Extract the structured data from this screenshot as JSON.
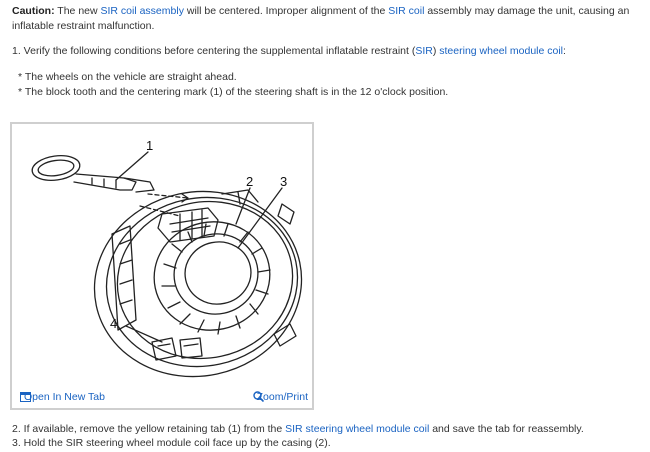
{
  "caution": {
    "label": "Caution:",
    "t1": " The new ",
    "link1": "SIR coil assembly",
    "t2": " will be centered. Improper alignment of the ",
    "link2": "SIR coil",
    "t3": " assembly may damage the unit, causing an inflatable restraint malfunction."
  },
  "step1": {
    "t1": "1. Verify the following conditions before centering the supplemental inflatable restraint (",
    "link1": "SIR",
    "t2": ") ",
    "link2": "steering wheel module coil",
    "t3": ":"
  },
  "bullets": [
    "*  The wheels on the vehicle are straight ahead.",
    "*  The block tooth and the centering mark (1) of the steering shaft is in the 12 o'clock position."
  ],
  "figure": {
    "callouts": [
      "1",
      "2",
      "3",
      "4"
    ],
    "open_tab_label": "Open In New Tab",
    "zoom_label": "Zoom/Print",
    "open_tab_icon": "external-window-icon",
    "zoom_icon": "magnifier-icon"
  },
  "step2": {
    "t1": "2. If available, remove the yellow retaining tab (1) from the ",
    "link1": "SIR steering wheel module coil",
    "t2": " and save the tab for reassembly."
  },
  "step3": {
    "text": "3. Hold the SIR steering wheel module coil face up by the casing (2)."
  },
  "colors": {
    "link": "#1a63c2",
    "text": "#333333",
    "figure_border": "#cfcfcf"
  }
}
